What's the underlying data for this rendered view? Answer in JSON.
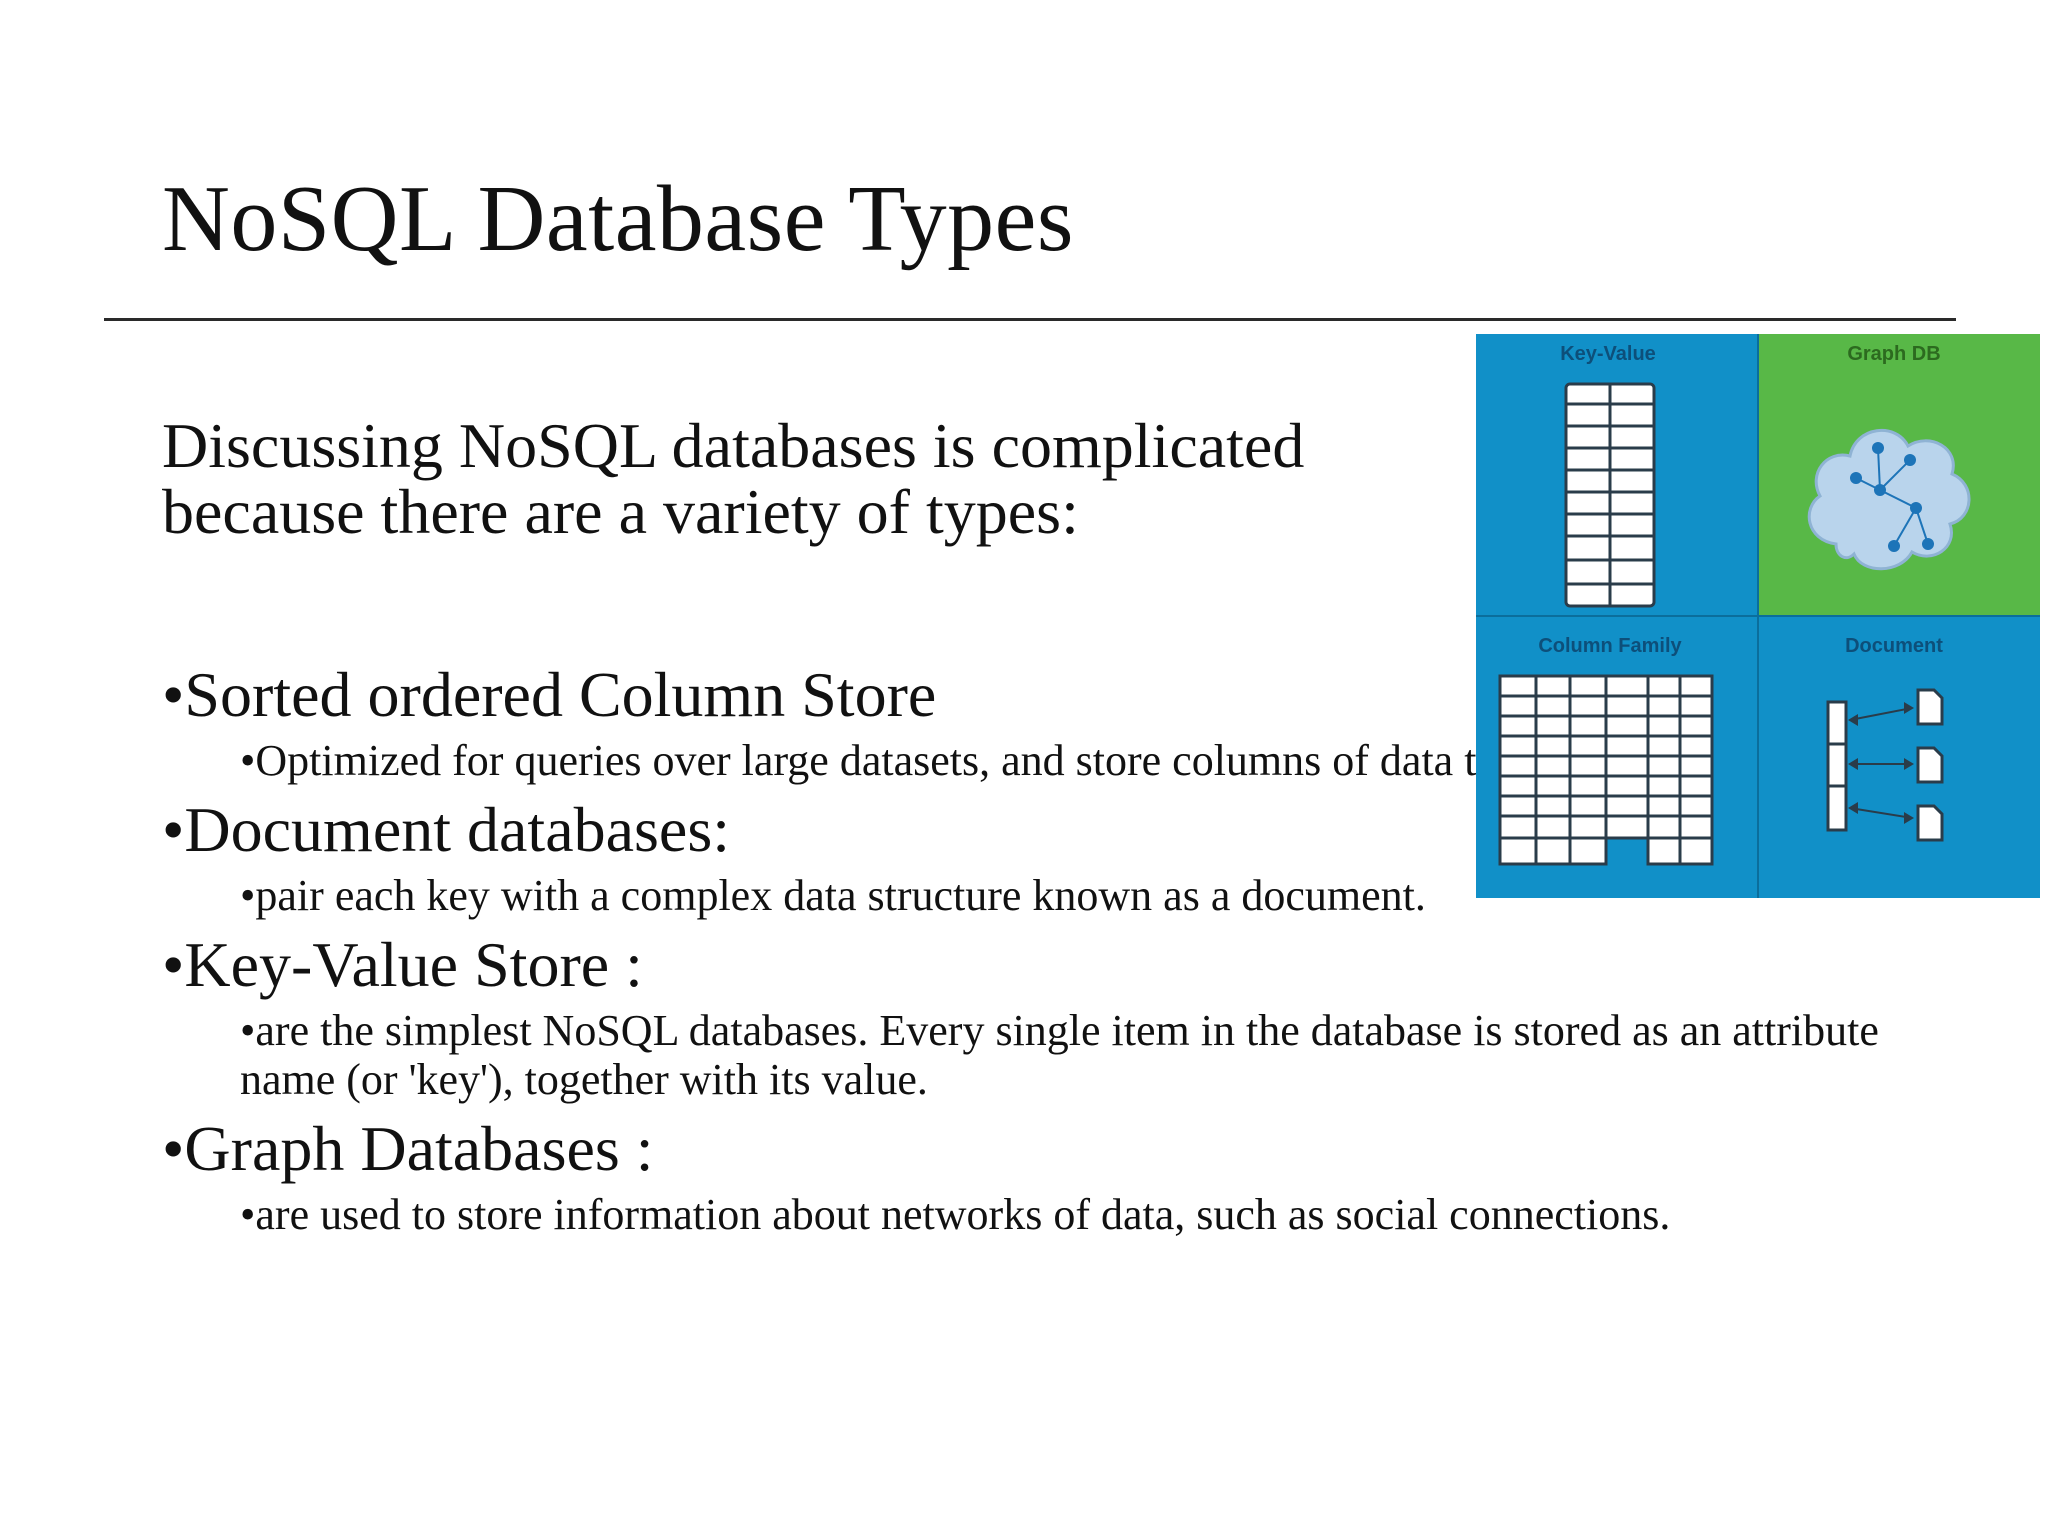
{
  "slide": {
    "title": "NoSQL Database Types",
    "intro": "Discussing NoSQL databases is complicated because there are a variety of types:",
    "bullet_char": "•",
    "items": [
      {
        "heading": "Sorted ordered Column Store",
        "detail": "Optimized for queries over large datasets, and store columns of data together, instead of rows"
      },
      {
        "heading": "Document databases:",
        "detail": "pair each key with a complex data structure known as a document."
      },
      {
        "heading": "Key-Value Store :",
        "detail": "are the simplest NoSQL databases. Every single item in the database is stored as an attribute name (or 'key'), together with its value."
      },
      {
        "heading": "Graph Databases :",
        "detail": "are used to store information about networks of data, such as social connections."
      }
    ]
  },
  "diagram": {
    "quadrants": {
      "key_value": "Key-Value",
      "graph": "Graph DB",
      "column_family": "Column Family",
      "document": "Document"
    },
    "colors": {
      "blue": "#1190c8",
      "green": "#58b847",
      "label_blue": "#0d4f7a",
      "label_green": "#2c6a1f",
      "cloud": "#b9d4ec",
      "node": "#1d74b8"
    }
  }
}
